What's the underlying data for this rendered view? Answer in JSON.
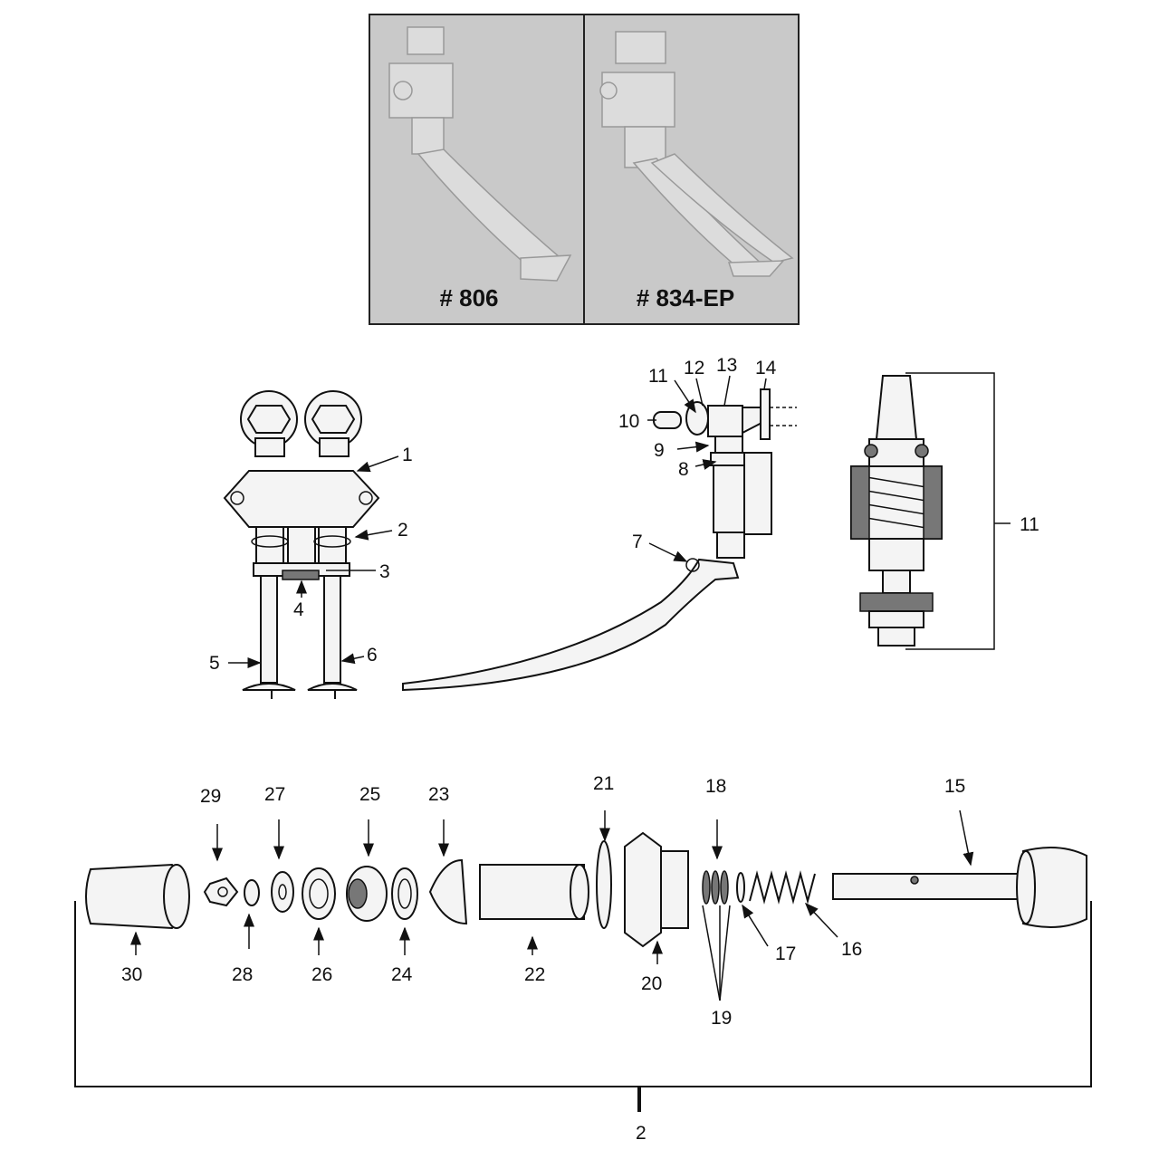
{
  "photo_panel": {
    "background": "#c9c9c9",
    "left_caption": "# 806",
    "right_caption": "# 834-EP"
  },
  "labels": {
    "l1": "1",
    "l2": "2",
    "l3": "3",
    "l4": "4",
    "l5": "5",
    "l6": "6",
    "l7": "7",
    "l8": "8",
    "l9": "9",
    "l10": "10",
    "l11a": "11",
    "l11b": "11",
    "l12": "12",
    "l13": "13",
    "l14": "14",
    "l15": "15",
    "l16": "16",
    "l17": "17",
    "l18": "18",
    "l19": "19",
    "l20": "20",
    "l21": "21",
    "l22": "22",
    "l23": "23",
    "l24": "24",
    "l25": "25",
    "l26": "26",
    "l27": "27",
    "l28": "28",
    "l29": "29",
    "l30": "30",
    "l2b": "2"
  }
}
